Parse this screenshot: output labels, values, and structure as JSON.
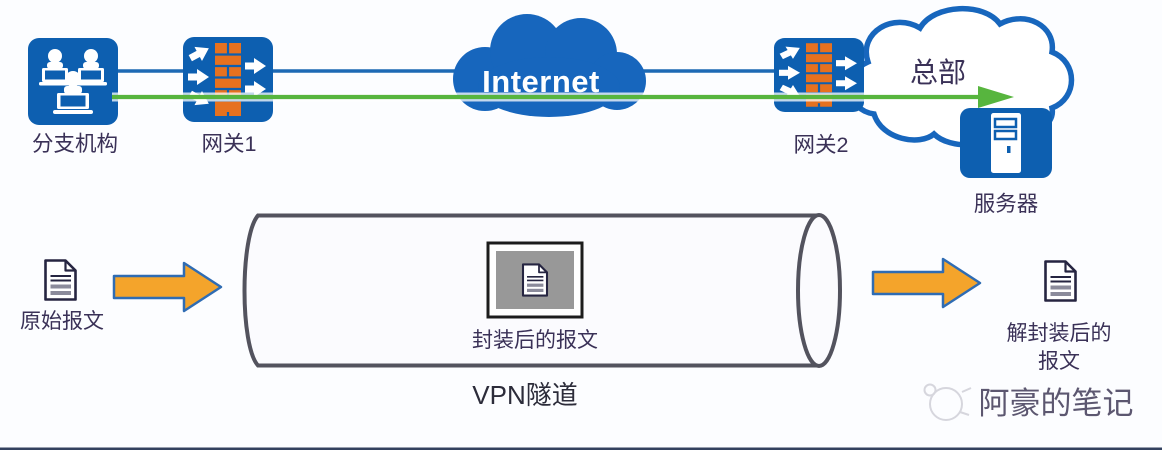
{
  "diagram": {
    "top": {
      "branch_label": "分支机构",
      "gateway1_label": "网关1",
      "internet_label": "Internet",
      "gateway2_label": "网关2",
      "hq_label": "总部",
      "server_label": "服务器"
    },
    "bottom": {
      "original_packet_label": "原始报文",
      "encapsulated_packet_label": "封装后的报文",
      "tunnel_label": "VPN隧道",
      "decapsulated_packet_label_line1": "解封装后的",
      "decapsulated_packet_label_line2": "报文"
    },
    "watermark_text": "阿豪的笔记",
    "colors": {
      "icon_blue": "#0d5fb0",
      "cloud_blue": "#1766bd",
      "brick_orange": "#e6711f",
      "flow_green": "#57b53e",
      "link_blue": "#1d69b4",
      "arrow_orange": "#f4a42b",
      "arrow_outline_blue": "#2f6cb3",
      "label_color": "#3a3157",
      "cylinder_outline": "#53535e",
      "packet_box_gray": "#989898",
      "bottom_bar": "#33415f"
    },
    "icons": {
      "branch-office-icon": "three people working on laptops",
      "firewall-icon": "brick wall with traversal arrows",
      "internet-cloud-icon": "solid blue cloud",
      "hq-cloud-icon": "outlined white cloud",
      "server-icon": "server tower in blue tile",
      "document-icon": "page with folded corner and text lines",
      "block-arrow-icon": "thick right-pointing arrow",
      "watermark-doodle-icon": "faint sketched face doodle"
    }
  }
}
